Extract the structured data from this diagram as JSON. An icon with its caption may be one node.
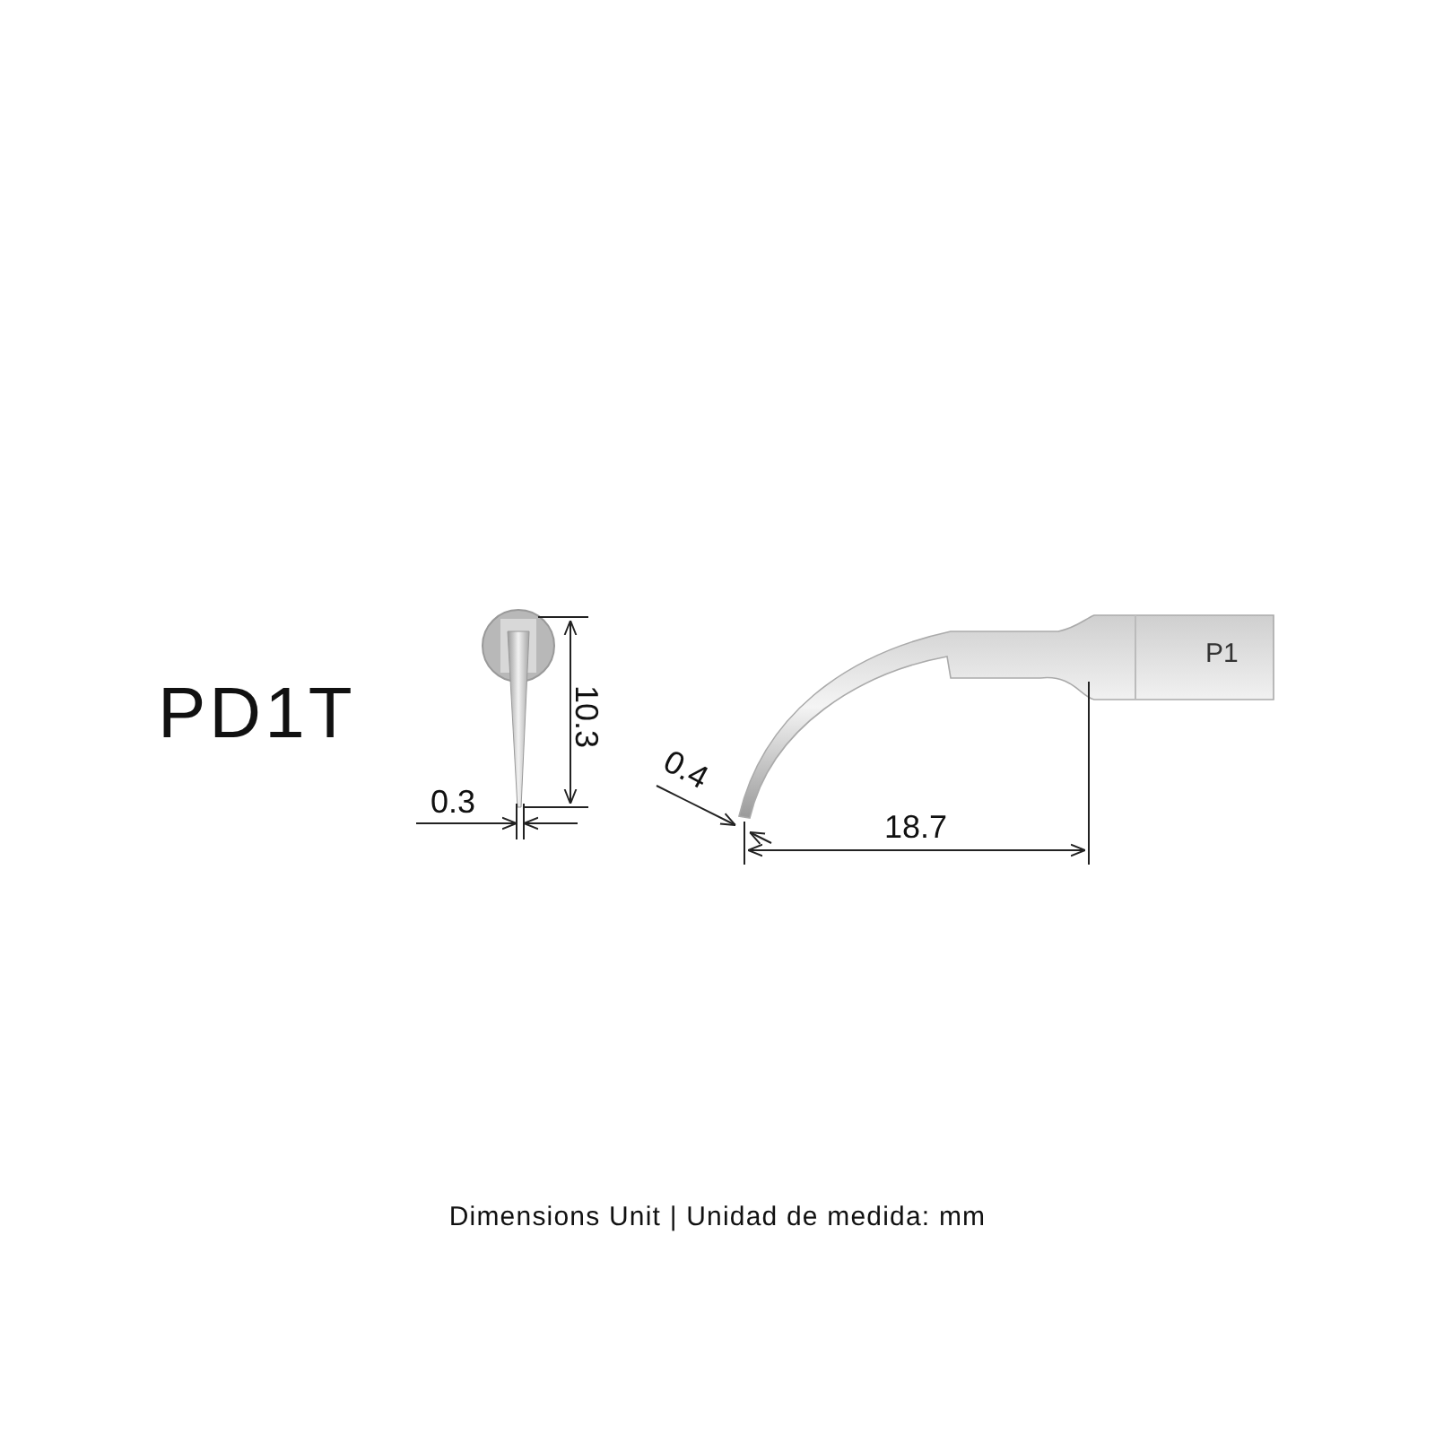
{
  "diagram": {
    "title": "PD1T",
    "caption": "Dimensions Unit | Unidad de medida: mm",
    "labels": [
      "0.3",
      "10.3",
      "0.4",
      "18.7",
      "P1"
    ]
  }
}
